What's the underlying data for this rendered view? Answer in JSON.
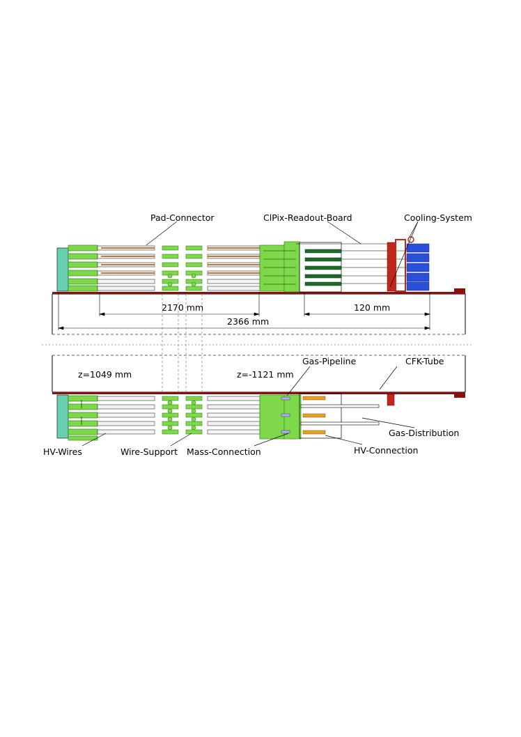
{
  "labels": {
    "pad_connector": "Pad-Connector",
    "clpix_board": "ClPix-Readout-Board",
    "cooling": "Cooling-System",
    "dim_2170": "2170 mm",
    "dim_120": "120 mm",
    "dim_2366": "2366 mm",
    "z_pos": "z=1049 mm",
    "z_neg": "z=-1121 mm",
    "gas_pipeline": "Gas-Pipeline",
    "cfk_tube": "CFK-Tube",
    "gas_distribution": "Gas-Distribution",
    "hv_connection": "HV-Connection",
    "hv_wires": "HV-Wires",
    "wire_support": "Wire-Support",
    "mass_connection": "Mass-Connection"
  },
  "colors": {
    "green": "#7fd84a",
    "green_dark": "#2f8a1e",
    "teal": "#66d0b0",
    "copper": "#c0783c",
    "red": "#c0281a",
    "dark_red": "#8a1010",
    "blue": "#2a4fd8",
    "orange": "#e8a020",
    "dark_green_board": "#1d6a2a"
  }
}
